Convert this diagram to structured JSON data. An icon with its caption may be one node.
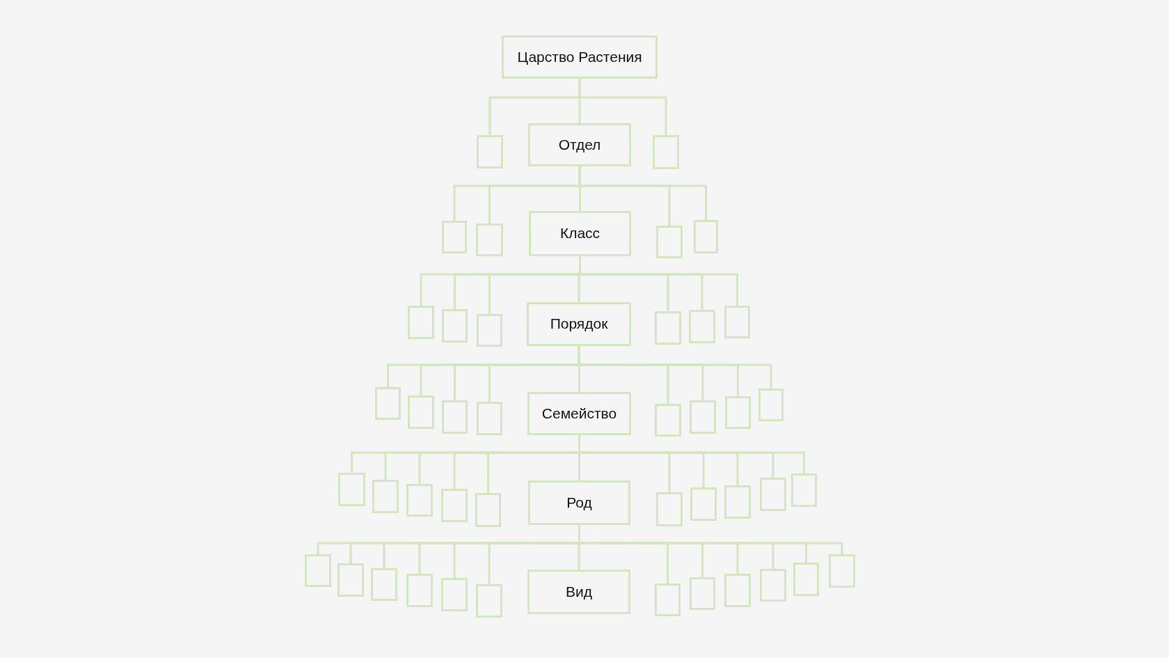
{
  "diagram": {
    "nodes": [
      {
        "text": [
          "Царство Растения"
        ]
      },
      {
        "text": [],
        "shape": "box"
      },
      {
        "text": [
          "Отдел"
        ]
      },
      {
        "text": [],
        "shape": "box"
      },
      {
        "text": [],
        "shape": "box"
      },
      {
        "text": [],
        "shape": "box"
      },
      {
        "text": [
          "Класс"
        ]
      },
      {
        "text": [],
        "shape": "box"
      },
      {
        "text": [],
        "shape": "box"
      },
      {
        "text": [],
        "shape": "box"
      },
      {
        "text": [],
        "shape": "box"
      },
      {
        "text": [],
        "shape": "box"
      },
      {
        "text": [
          "Порядок"
        ]
      },
      {
        "text": [],
        "shape": "box"
      },
      {
        "text": [],
        "shape": "box"
      },
      {
        "text": [],
        "shape": "box"
      },
      {
        "text": [],
        "shape": "box"
      },
      {
        "text": [],
        "shape": "box"
      },
      {
        "text": [],
        "shape": "box"
      },
      {
        "text": [],
        "shape": "box"
      },
      {
        "text": [
          "Семейство"
        ]
      },
      {
        "text": [],
        "shape": "box"
      },
      {
        "text": [],
        "shape": "box"
      },
      {
        "text": [],
        "shape": "box"
      },
      {
        "text": [],
        "shape": "box"
      },
      {
        "text": [],
        "shape": "box"
      },
      {
        "text": [],
        "shape": "box"
      },
      {
        "text": [],
        "shape": "box"
      },
      {
        "text": [],
        "shape": "box"
      },
      {
        "text": [],
        "shape": "box"
      },
      {
        "text": [
          "Род"
        ]
      },
      {
        "text": [],
        "shape": "box"
      },
      {
        "text": [],
        "shape": "box"
      },
      {
        "text": [],
        "shape": "box"
      },
      {
        "text": [],
        "shape": "box"
      },
      {
        "text": [],
        "shape": "box"
      },
      {
        "text": [],
        "shape": "box"
      },
      {
        "text": [],
        "shape": "box"
      },
      {
        "text": [],
        "shape": "box"
      },
      {
        "text": [],
        "shape": "box"
      },
      {
        "text": [],
        "shape": "box"
      },
      {
        "text": [],
        "shape": "box"
      },
      {
        "text": [
          "Вид"
        ]
      },
      {
        "text": [],
        "shape": "box"
      },
      {
        "text": [],
        "shape": "box"
      },
      {
        "text": [],
        "shape": "box"
      },
      {
        "text": [],
        "shape": "box"
      },
      {
        "text": [],
        "shape": "box"
      },
      {
        "text": [],
        "shape": "box"
      }
    ],
    "edges": [
      {
        "from": 0,
        "to": 1,
        "arrow": "none"
      },
      {
        "from": 0,
        "to": 2,
        "arrow": "none"
      },
      {
        "from": 0,
        "to": 3,
        "arrow": "none"
      },
      {
        "from": 2,
        "to": 4,
        "arrow": "none"
      },
      {
        "from": 2,
        "to": 5,
        "arrow": "none"
      },
      {
        "from": 2,
        "to": 6,
        "arrow": "none"
      },
      {
        "from": 2,
        "to": 7,
        "arrow": "none"
      },
      {
        "from": 2,
        "to": 8,
        "arrow": "none"
      },
      {
        "from": 6,
        "to": 9,
        "arrow": "none"
      },
      {
        "from": 6,
        "to": 10,
        "arrow": "none"
      },
      {
        "from": 6,
        "to": 11,
        "arrow": "none"
      },
      {
        "from": 6,
        "to": 12,
        "arrow": "none"
      },
      {
        "from": 6,
        "to": 13,
        "arrow": "none"
      },
      {
        "from": 6,
        "to": 14,
        "arrow": "none"
      },
      {
        "from": 6,
        "to": 15,
        "arrow": "none"
      },
      {
        "from": 12,
        "to": 16,
        "arrow": "none"
      },
      {
        "from": 12,
        "to": 17,
        "arrow": "none"
      },
      {
        "from": 12,
        "to": 18,
        "arrow": "none"
      },
      {
        "from": 12,
        "to": 19,
        "arrow": "none"
      },
      {
        "from": 12,
        "to": 20,
        "arrow": "none"
      },
      {
        "from": 12,
        "to": 21,
        "arrow": "none"
      },
      {
        "from": 12,
        "to": 22,
        "arrow": "none"
      },
      {
        "from": 12,
        "to": 23,
        "arrow": "none"
      },
      {
        "from": 12,
        "to": 24,
        "arrow": "none"
      },
      {
        "from": 20,
        "to": 25,
        "arrow": "none"
      },
      {
        "from": 20,
        "to": 26,
        "arrow": "none"
      },
      {
        "from": 20,
        "to": 27,
        "arrow": "none"
      },
      {
        "from": 20,
        "to": 28,
        "arrow": "none"
      },
      {
        "from": 20,
        "to": 29,
        "arrow": "none"
      },
      {
        "from": 20,
        "to": 30,
        "arrow": "none"
      },
      {
        "from": 20,
        "to": 31,
        "arrow": "none"
      },
      {
        "from": 20,
        "to": 32,
        "arrow": "none"
      },
      {
        "from": 20,
        "to": 33,
        "arrow": "none"
      },
      {
        "from": 20,
        "to": 34,
        "arrow": "none"
      },
      {
        "from": 20,
        "to": 35,
        "arrow": "none"
      },
      {
        "from": 30,
        "to": 36,
        "arrow": "none"
      },
      {
        "from": 30,
        "to": 37,
        "arrow": "none"
      },
      {
        "from": 30,
        "to": 38,
        "arrow": "none"
      },
      {
        "from": 30,
        "to": 39,
        "arrow": "none"
      },
      {
        "from": 30,
        "to": 40,
        "arrow": "none"
      },
      {
        "from": 30,
        "to": 41,
        "arrow": "none"
      },
      {
        "from": 30,
        "to": 42,
        "arrow": "none"
      },
      {
        "from": 30,
        "to": 43,
        "arrow": "none"
      },
      {
        "from": 30,
        "to": 44,
        "arrow": "none"
      },
      {
        "from": 30,
        "to": 45,
        "arrow": "none"
      },
      {
        "from": 30,
        "to": 46,
        "arrow": "none"
      },
      {
        "from": 30,
        "to": 47,
        "arrow": "none"
      },
      {
        "from": 30,
        "to": 48,
        "arrow": "none"
      }
    ]
  }
}
